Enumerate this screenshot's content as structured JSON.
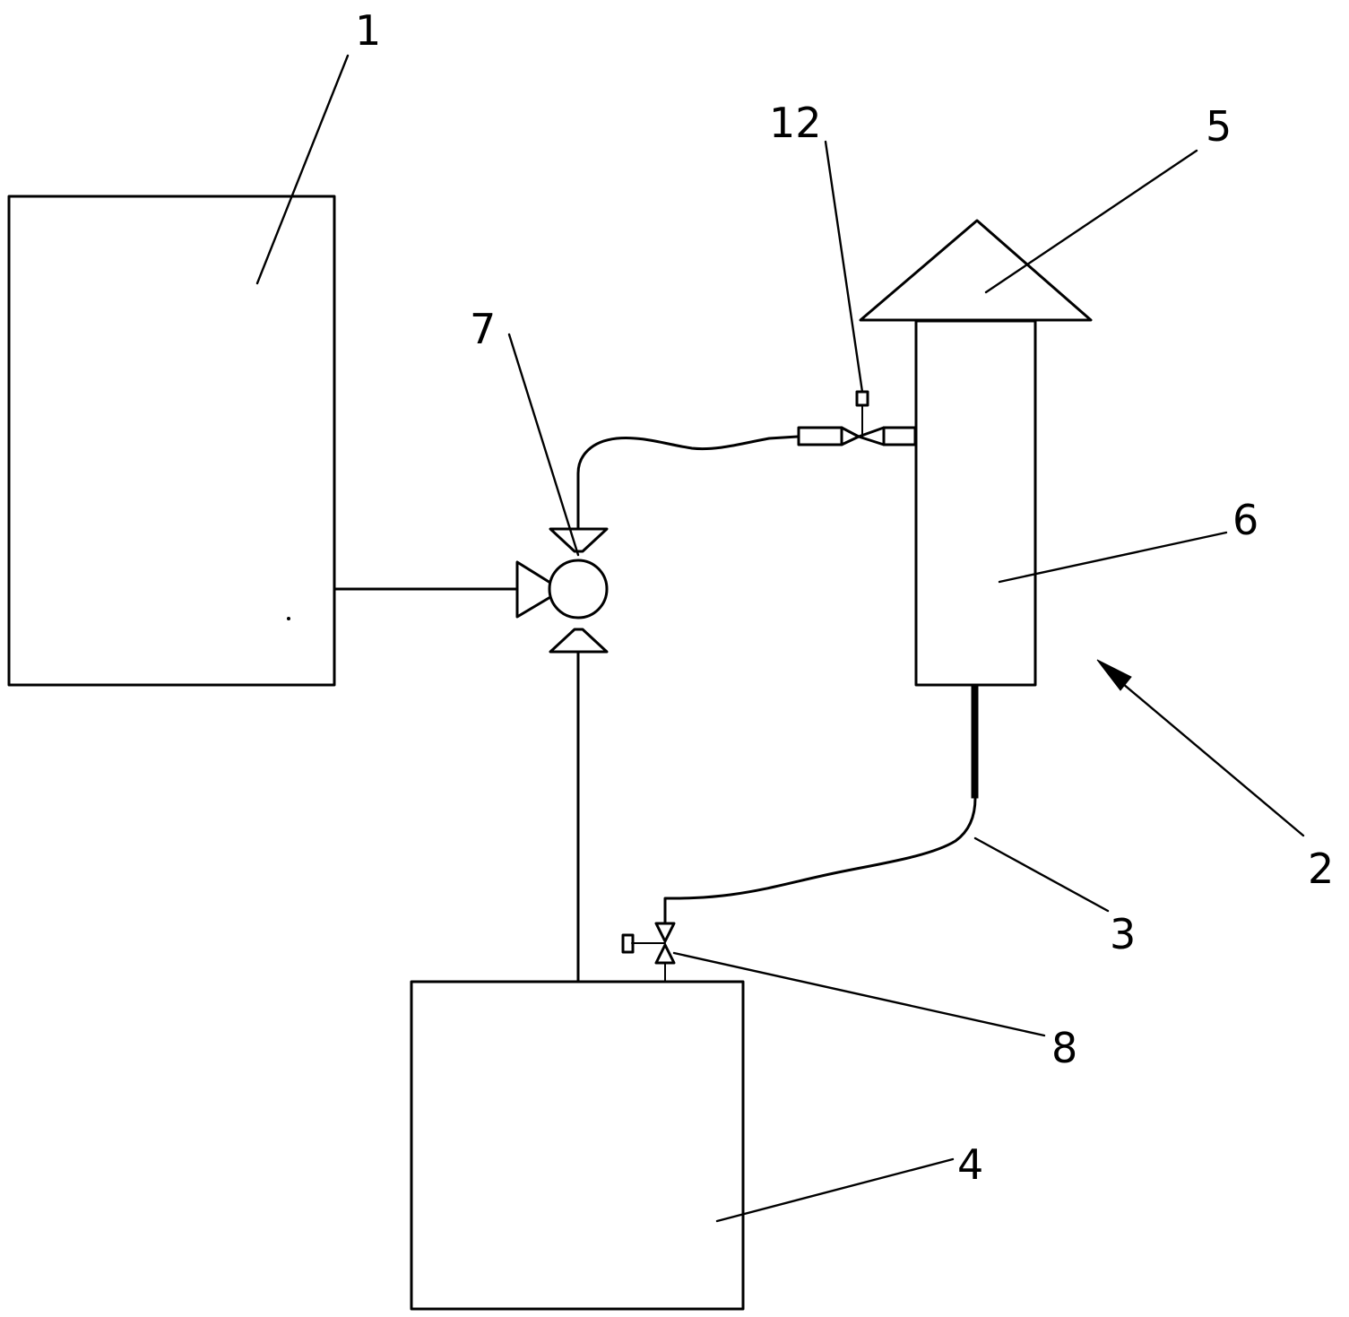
{
  "parts": {
    "p1": {
      "number": "1"
    },
    "p2": {
      "number": "2"
    },
    "p3": {
      "number": "3"
    },
    "p4": {
      "number": "4"
    },
    "p5": {
      "number": "5"
    },
    "p6": {
      "number": "6"
    },
    "p7": {
      "number": "7"
    },
    "p8": {
      "number": "8"
    },
    "p12": {
      "number": "12"
    }
  }
}
